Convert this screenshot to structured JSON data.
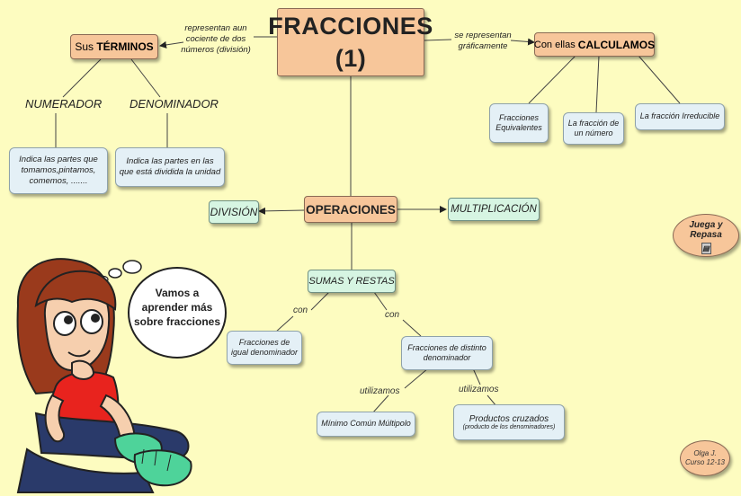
{
  "title": {
    "line1": "FRACCIONES",
    "line2": "(1)"
  },
  "terminos": {
    "prefix": "Sus ",
    "bold": "TÉRMINOS"
  },
  "calculamos": {
    "prefix": "Con ellas ",
    "bold": "CALCULAMOS"
  },
  "link_representan": "representan aun cociente de dos números (división)",
  "link_graficamente": "se representan gráficamente",
  "numerador": "NUMERADOR",
  "denominador": "DENOMINADOR",
  "numerador_desc": "Indica las partes que tomamos,pintamos, comemos, .......",
  "denominador_desc": "Indica las partes en las que está dividida la unidad",
  "calc_items": [
    "Fracciones Equivalentes",
    "La fracción de un número",
    "La fracción Irreducible"
  ],
  "operaciones": "OPERACIONES",
  "division": "DIVISIÓN",
  "multiplicacion": "MULTIPLICACIÓN",
  "sumas_restas": "SUMAS Y RESTAS",
  "con_left": "con",
  "con_right": "con",
  "igual": "Fracciones de igual denominador",
  "distinto": "Fracciones de distinto denominador",
  "utilizamos_left": "utilizamos",
  "utilizamos_right": "utilizamos",
  "mcm": "Mínimo Común Múltipolo",
  "productos_title": "Productos cruzados",
  "productos_sub": "(producto de los denominadores)",
  "juega": "Juega y Repasa",
  "speech": "Vamos a aprender más sobre fracciones",
  "credit": "Olga J. Curso 12-13",
  "colors": {
    "background": "#fdfcc0",
    "peach": "#f7c69a",
    "mint": "#d6f5e2",
    "box": "#e4f0f6",
    "red_shirt": "#e8231e",
    "green_shoes": "#4ed39a"
  }
}
